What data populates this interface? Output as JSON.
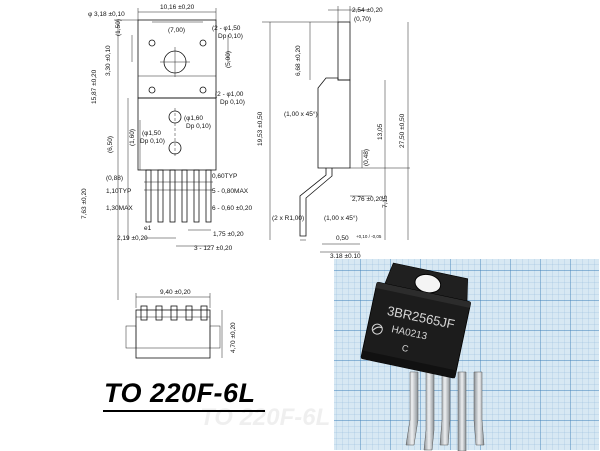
{
  "title": "TO 220F-6L",
  "marking": {
    "line1": "3BR2565JF",
    "line2": "HA0213",
    "line3": "C"
  },
  "dimensions": {
    "hole_dia": "φ 3,18 ±0,10",
    "width_top": "10,16 ±0,20",
    "d700": "(7,00)",
    "d150a": "(1,50)",
    "d330": "3,30 ±0,10",
    "hole2_150": "(2 - φ1,50",
    "dp010a": "Dp 0,10)",
    "d500": "(5,00)",
    "hole2_100": "(2 - φ1,00",
    "dp010b": "Dp 0,10)",
    "d160": "(φ1,60",
    "dp010c": "Dp 0,10)",
    "d150b": "(φ1,50",
    "dp010d": "Dp 0,10)",
    "d650": "(6,50)",
    "d160v": "(1,60)",
    "d1587": "15,87 ±0,20",
    "d060typ": "0,60TYP",
    "d110typ": "1,10TYP",
    "d080max": "5 - 0,80MAX",
    "d130max": "1,30MAX",
    "d060x6": "6 - 0,60 ±0,20",
    "d763": "7,63 ±0,20",
    "d175": "1,75 ±0,20",
    "d219": "2,19 ±0,20",
    "d3127": "3 - 127 ±0,20",
    "d254": "2,54 ±0,20",
    "d070": "(0,70)",
    "d668": "6,68 ±0,20",
    "d100x45": "(1,00 x 45°)",
    "d1953": "19,53 ±0,50",
    "d1305": "13,05",
    "d2750": "27,50 ±0,50",
    "d048": "(0,48)",
    "d276": "2,76 ±0,20",
    "d715": "7,15",
    "d2r": "(2 x R1,00)",
    "d1x45": "(1,00 x 45°)",
    "d050": "0,50",
    "d050tol": "+0,10 / -0,05",
    "d318": "3,18 ±0,10",
    "d940": "9,40 ±0,20",
    "d470": "4,70 ±0,20"
  },
  "colors": {
    "photo_grid_bg": "#cfe3ef",
    "photo_grid_line": "#4a8fc4",
    "body": "#1a1a1a",
    "tab": "#c9ccd0",
    "leads": "#bfc4c8"
  }
}
